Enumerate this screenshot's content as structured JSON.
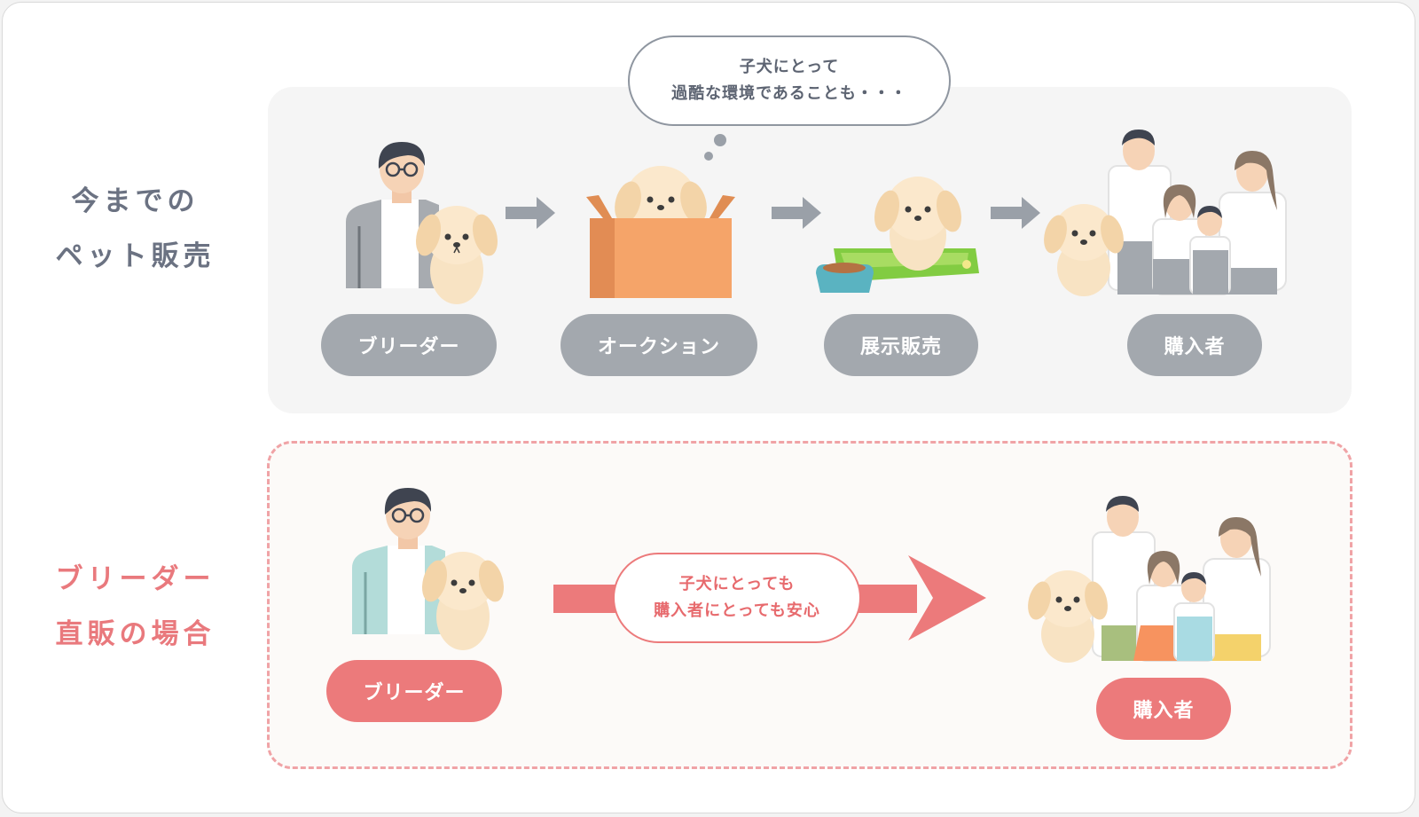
{
  "conventional": {
    "label_line1": "今までの",
    "label_line2": "ペット販売",
    "bubble_line1": "子犬にとって",
    "bubble_line2": "過酷な環境であることも・・・",
    "steps": [
      "ブリーダー",
      "オークション",
      "展示販売",
      "購入者"
    ]
  },
  "direct": {
    "label_line1": "ブリーダー",
    "label_line2": "直販の場合",
    "bubble_line1": "子犬にとっても",
    "bubble_line2": "購入者にとっても安心",
    "steps": [
      "ブリーダー",
      "購入者"
    ]
  },
  "colors": {
    "gray_accent": "#a3a8ae",
    "pink_accent": "#ec7a7b",
    "label_gray": "#6b7282",
    "label_pink": "#e9797d"
  },
  "icons": [
    "breeder-with-puppy-icon",
    "puppy-in-box-icon",
    "puppy-on-bed-icon",
    "family-with-puppy-icon",
    "right-arrow-icon"
  ]
}
